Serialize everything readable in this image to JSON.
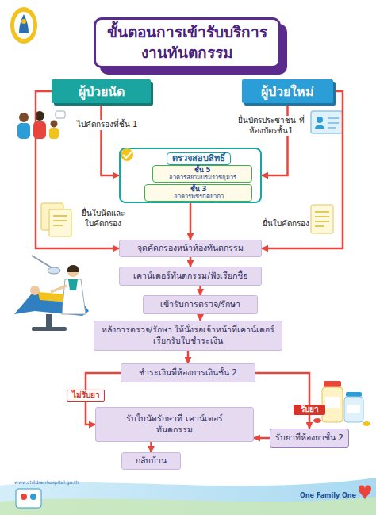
{
  "diagram": {
    "title": "ขั้นตอนการเข้ารับบริการ งานทันตกรรม",
    "nodes": [
      {
        "text": [
          "ผู้ป่วยนัด"
        ]
      },
      {
        "text": [
          "ผู้ป่วยใหม่"
        ]
      },
      {
        "text": [
          "ตรวจสอบสิทธิ์"
        ]
      },
      {
        "text": [
          "ชั้น 5",
          "อาคารสยามบรมราชกุมารี"
        ],
        "in": 2
      },
      {
        "text": [
          "ชั้น 3",
          "อาคารพัชรกิติยาภา"
        ],
        "in": 2
      },
      {
        "text": [
          "จุดคัดกรองหน้าห้องทันตกรรม"
        ]
      },
      {
        "text": [
          "เคาน์เตอร์ทันตกรรม/ฟังเรียกชื่อ"
        ]
      },
      {
        "text": [
          "เข้ารับการตรวจ/รักษา"
        ]
      },
      {
        "text": [
          "หลังการตรวจ/รักษา ให้นั่งรอเจ้าหน้าที่เคาน์เตอร์ เรียกรับใบชำระเงิน"
        ]
      },
      {
        "text": [
          "ชำระเงินที่ห้องการเงินชั้น 2"
        ]
      },
      {
        "text": [
          "รับใบนัดรักษาที่ เคาน์เตอร์ทันตกรรม"
        ]
      },
      {
        "text": [
          "รับยาที่ห้องยาชั้น 2"
        ]
      },
      {
        "text": [
          "กลับบ้าน"
        ]
      }
    ],
    "edges": [
      {
        "from": 0,
        "to": 2,
        "arrow": "to",
        "label": "ไปคัดกรองที่ชั้น 1"
      },
      {
        "from": 1,
        "to": 2,
        "arrow": "to",
        "label": "ยื่นบัตรประชาชน ที่ห้องบัตรชั้น1"
      },
      {
        "from": 2,
        "to": 5,
        "arrow": "to"
      },
      {
        "from": 0,
        "to": 5,
        "arrow": "to",
        "label": "ยื่นใบนัดและ ใบคัดกรอง"
      },
      {
        "from": 1,
        "to": 5,
        "arrow": "to",
        "label": "ยื่นใบคัดกรอง"
      },
      {
        "from": 5,
        "to": 6,
        "arrow": "to"
      },
      {
        "from": 6,
        "to": 7,
        "arrow": "to"
      },
      {
        "from": 7,
        "to": 8,
        "arrow": "to"
      },
      {
        "from": 8,
        "to": 9,
        "arrow": "to"
      },
      {
        "from": 9,
        "to": 10,
        "arrow": "to",
        "label": "ไม่รับยา"
      },
      {
        "from": 9,
        "to": 11,
        "arrow": "to",
        "label": "รับยา"
      },
      {
        "from": 11,
        "to": 10,
        "arrow": "to"
      },
      {
        "from": 10,
        "to": 12,
        "arrow": "to"
      }
    ],
    "labels": [
      "www.childrenhospital.go.th",
      "One Family One"
    ]
  }
}
